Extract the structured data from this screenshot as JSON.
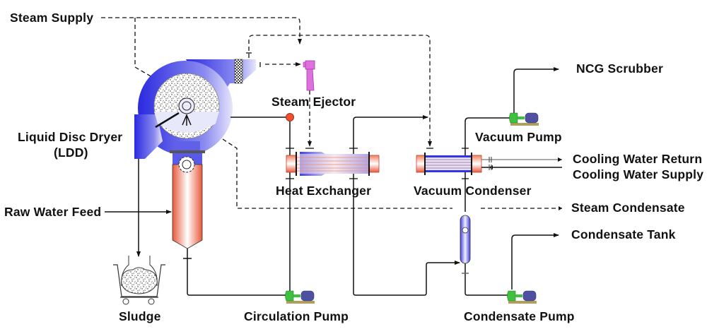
{
  "diagram": {
    "title": "Liquid Disc Dryer process flow",
    "labels": {
      "steam_supply": "Steam Supply",
      "ldd_line1": "Liquid Disc Dryer",
      "ldd_line2": "(LDD)",
      "raw_water_feed": "Raw Water Feed",
      "sludge": "Sludge",
      "circulation_pump": "Circulation Pump",
      "steam_ejector": "Steam Ejector",
      "heat_exchanger": "Heat Exchanger",
      "vacuum_condenser": "Vacuum Condenser",
      "vacuum_pump": "Vacuum Pump",
      "ncg_scrubber": "NCG Scrubber",
      "cooling_water_return": "Cooling Water Return",
      "cooling_water_supply": "Cooling Water Supply",
      "steam_condensate": "Steam Condensate",
      "condensate_tank": "Condensate Tank",
      "condensate_pump": "Condensate Pump"
    },
    "colors": {
      "dryer_blue": "#3030e0",
      "vessel_red": "#e8583a",
      "ejector_pink": "#e070e0",
      "pump_green": "#40c040",
      "motor_purple": "#5050a0",
      "base_olive": "#b0a060"
    },
    "line_styles": {
      "solid": "process flow",
      "dashed": "steam / condensate"
    }
  }
}
